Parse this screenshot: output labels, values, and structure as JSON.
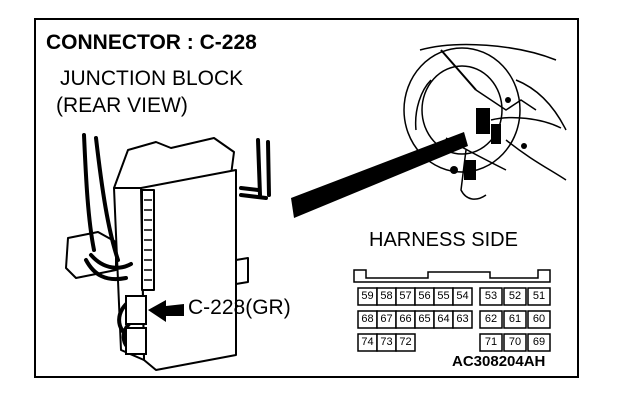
{
  "diagram": {
    "title": "CONNECTOR : C-228",
    "junction_block_line1": "JUNCTION BLOCK",
    "junction_block_line2": "(REAR VIEW)",
    "harness_side_label": "HARNESS SIDE",
    "connector_label": "C-228(GR)",
    "figure_code": "AC308204AH"
  },
  "connector_pins": {
    "row1": [
      "59",
      "58",
      "57",
      "56",
      "55",
      "54",
      "53",
      "52",
      "51"
    ],
    "row2": [
      "68",
      "67",
      "66",
      "65",
      "64",
      "63",
      "62",
      "61",
      "60"
    ],
    "row3": [
      "74",
      "73",
      "72",
      "",
      "",
      "",
      "71",
      "70",
      "69"
    ]
  }
}
